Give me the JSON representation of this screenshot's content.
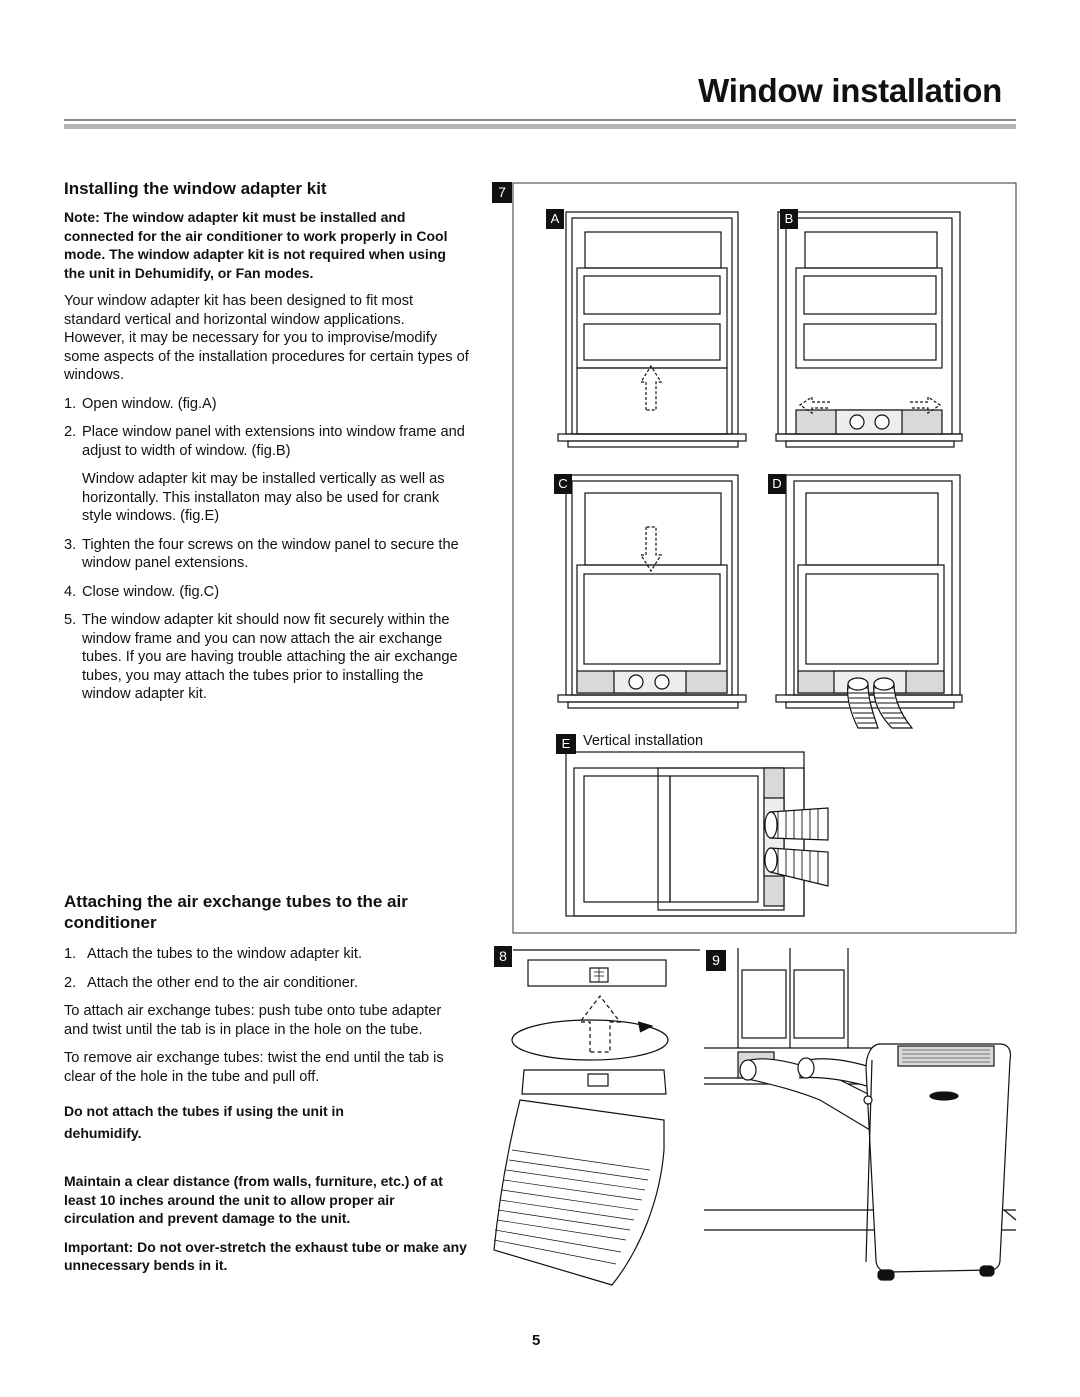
{
  "page": {
    "title": "Window installation",
    "page_number": "5"
  },
  "section1": {
    "heading": "Installing the window adapter kit",
    "note": "Note: The window adapter kit must be installed and connected for the air conditioner to work properly in Cool mode. The window adapter kit is not required when using the unit in Dehumidify, or Fan modes.",
    "intro": "Your window adapter kit has been designed to fit most standard vertical and horizontal window applications. However, it may be necessary for you to improvise/modify some aspects of the installation procedures for certain types of windows.",
    "steps": [
      {
        "num": "1.",
        "text": "Open window. (fig.A)"
      },
      {
        "num": "2.",
        "text": "Place window panel with extensions into window frame and adjust to width of window. (fig.B)"
      },
      {
        "num": "",
        "text": "Window adapter kit may be installed vertically as well as horizontally. This installaton may also be used for crank style windows. (fig.E)"
      },
      {
        "num": "3.",
        "text": "Tighten the four screws on the window panel to secure the window panel extensions."
      },
      {
        "num": "4.",
        "text": "Close window. (fig.C)"
      },
      {
        "num": "5.",
        "text": "The window adapter kit should now fit securely within the window frame and you can now attach the air exchange tubes. If you are having trouble attaching the air exchange tubes, you may attach the tubes prior to installing the window adapter kit."
      }
    ]
  },
  "section2": {
    "heading": "Attaching the air exchange tubes to the air conditioner",
    "steps": [
      {
        "num": "1.",
        "text": "Attach the tubes to the window adapter kit."
      },
      {
        "num": "2.",
        "text": "Attach the other end to the air conditioner."
      }
    ],
    "attach_text": "To attach air exchange tubes: push tube onto tube adapter and twist until the tab is in place in the hole on the tube.",
    "remove_text": "To remove air exchange tubes: twist the end until the tab is clear of the hole in the tube and pull off.",
    "warning_dehumidify": "Do not attach the tubes if using the unit in dehumidify.",
    "warning_clearance": "Maintain a clear distance (from walls, furniture, etc.) of at least 10 inches around the unit to allow proper air circulation and prevent damage to the unit.",
    "warning_important": "Important: Do not over-stretch the exhaust tube or make any unnecessary bends in it."
  },
  "figures": {
    "fig7_label": "7",
    "fig_a": "A",
    "fig_b": "B",
    "fig_c": "C",
    "fig_d": "D",
    "fig_e": "E",
    "fig_e_caption": "Vertical installation",
    "fig8_label": "8",
    "fig9_label": "9"
  },
  "colors": {
    "text": "#111111",
    "rule_dark": "#555555",
    "rule_light": "#b5b5b5",
    "panel_gray": "#d9d9d9",
    "label_bg": "#111111"
  }
}
